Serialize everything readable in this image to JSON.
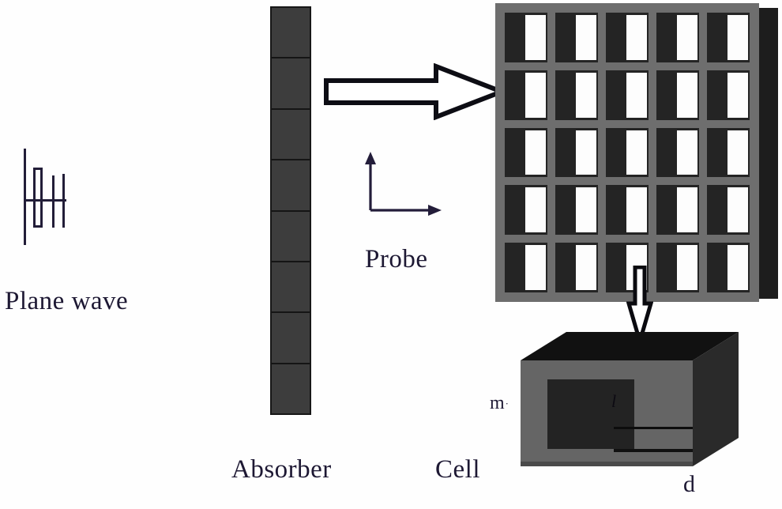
{
  "figure": {
    "title": "Measurement setup schematic: plane wave, absorber, probe, metamaterial array and unit cell",
    "background_color": "#fefefe",
    "ink_color": "#1d1833"
  },
  "labels": {
    "plane_wave": "Plane wave",
    "absorber": "Absorber",
    "probe": "Probe",
    "cell": "Cell",
    "m": "m",
    "m_suffix": "·",
    "l": "l",
    "d": "d"
  },
  "plane_wave_source": {
    "name": "plane-wave-antenna-symbol",
    "element_count": 5,
    "color": "#221d38"
  },
  "absorber_stack": {
    "segments": 8,
    "fill_color": "#3d3d3d",
    "edge_color": "#151515"
  },
  "propagation_arrow": {
    "name": "propagation-arrow",
    "direction": "right",
    "style": "outlined-block-arrow",
    "stroke_color": "#0d0d14",
    "fill_color": "#ffffff"
  },
  "probe_axes": {
    "name": "probe-coordinate-axes",
    "axes": [
      "vertical-up",
      "horizontal-right"
    ],
    "color": "#231d3a"
  },
  "metamaterial_array": {
    "name": "metamaterial-array-panel",
    "rows": 5,
    "columns": 5,
    "cell_count": 25,
    "frame_color": "#6e6e6e",
    "aperture_color": "#242424",
    "slot_color": "#fdfdfd",
    "side_edge_color": "#1d1d1d"
  },
  "callout_arrow": {
    "name": "cell-callout-arrow",
    "direction": "down",
    "style": "outlined-arrow",
    "stroke_color": "#0a0a0f"
  },
  "unit_cell": {
    "name": "unit-cell-cube",
    "front_face_color": "#656565",
    "top_face_color": "#111111",
    "side_face_color": "#2a2a2a",
    "aperture_color": "#232323",
    "dimension_labels": [
      "m",
      "l",
      "d"
    ]
  }
}
